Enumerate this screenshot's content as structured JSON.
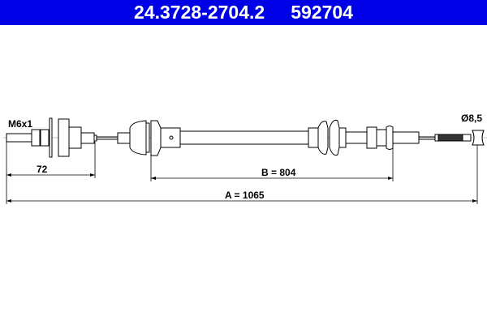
{
  "header": {
    "part_number": "24.3728-2704.2",
    "ref_number": "592704",
    "background": "#0000e6"
  },
  "diagram": {
    "thread_label": "M6x1",
    "diameter_label": "Ø8,5",
    "dim_72": "72",
    "dim_b": "B = 804",
    "dim_a": "A = 1065"
  }
}
